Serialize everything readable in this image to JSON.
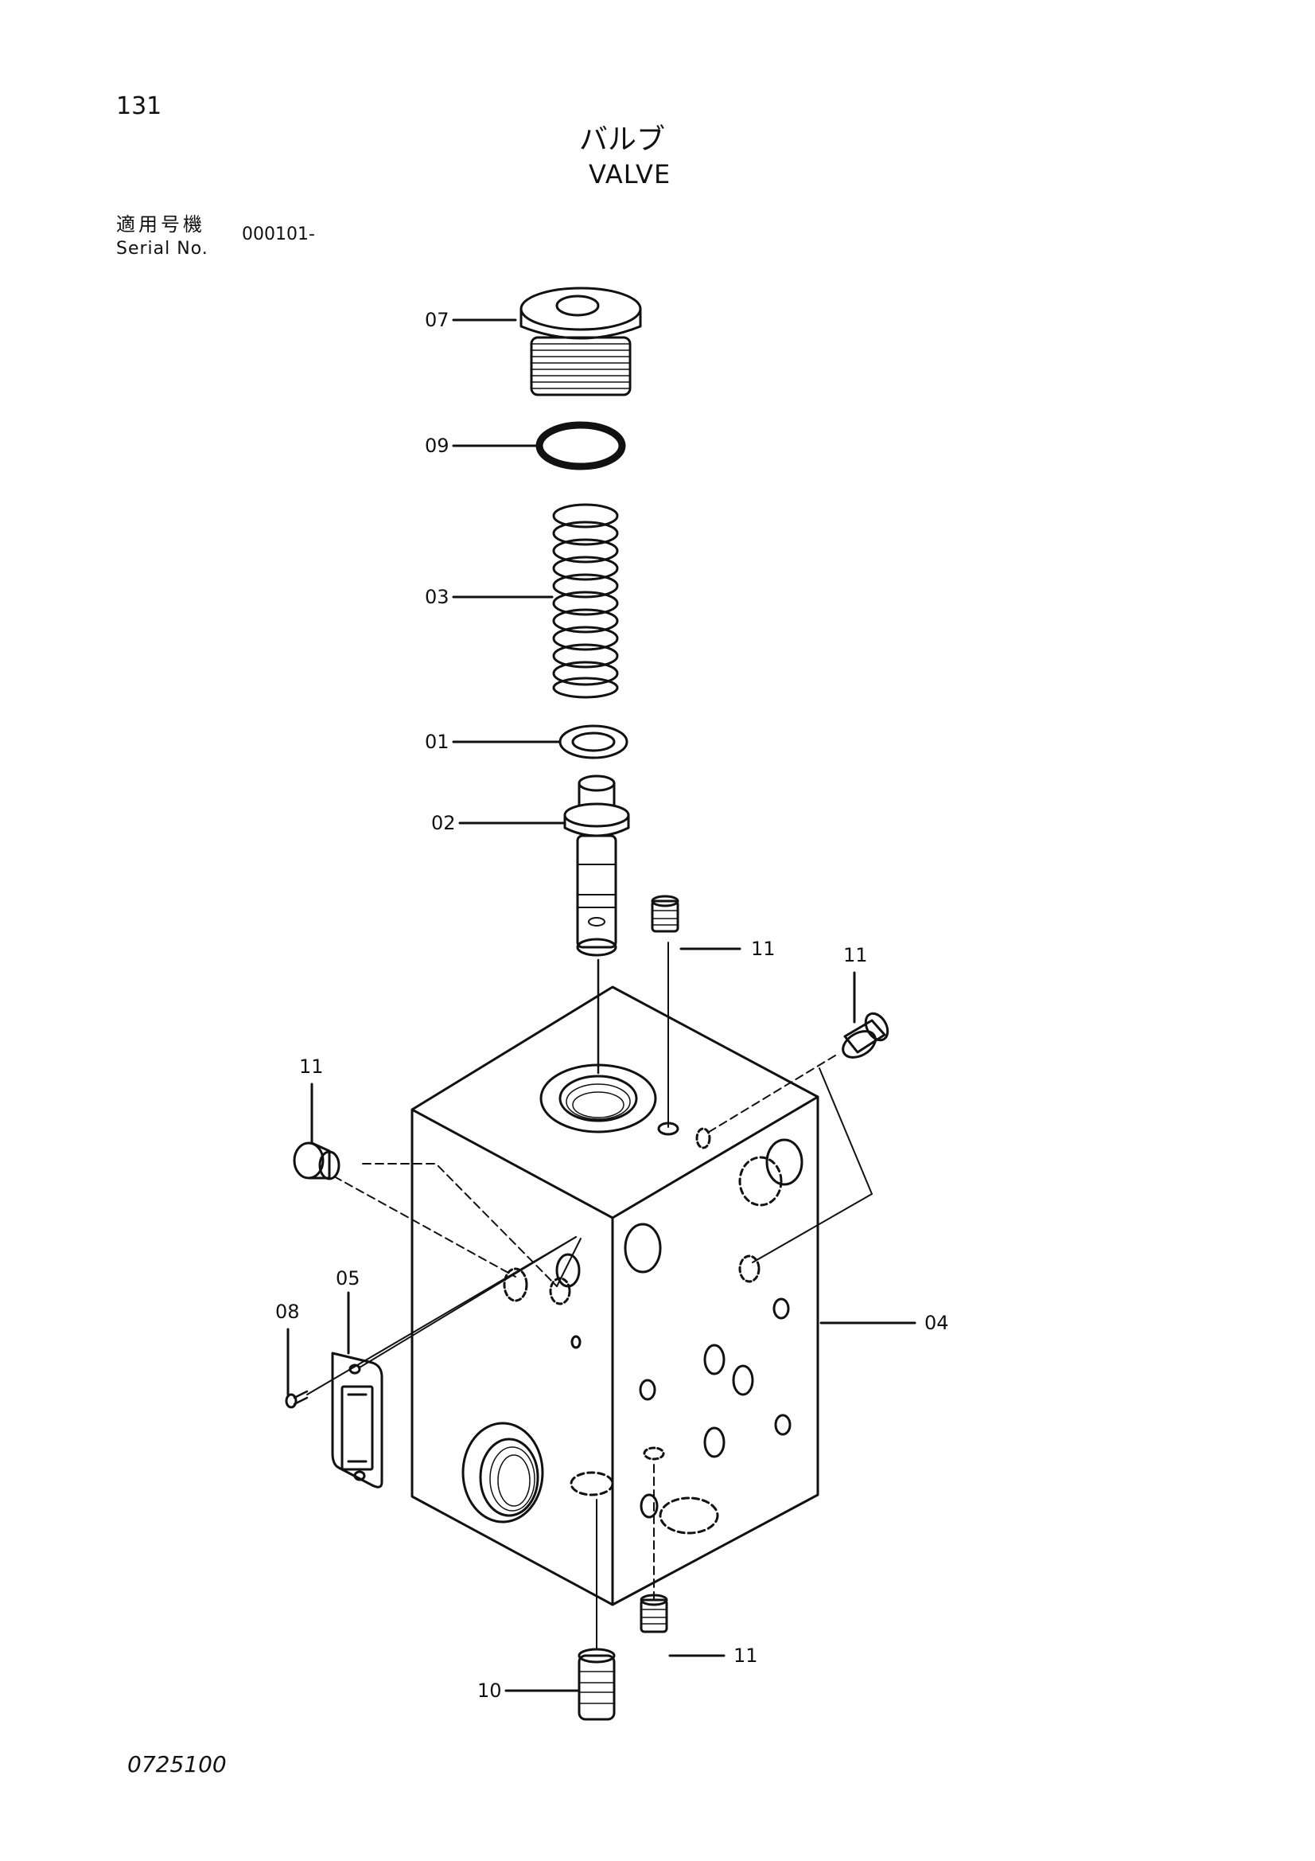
{
  "header": {
    "page_number": "131",
    "title_jp": "バルブ",
    "title_en": "VALVE",
    "serial_label_jp": "適用号機",
    "serial_label_en": "Serial No.",
    "serial_value": "000101-"
  },
  "footer": {
    "doc_code": "0725100"
  },
  "callouts": {
    "c07": "07",
    "c09": "09",
    "c03": "03",
    "c01": "01",
    "c02": "02",
    "c11_plug_top": "11",
    "c11_right": "11",
    "c11_left": "11",
    "c05": "05",
    "c08": "08",
    "c04": "04",
    "c11_bottom": "11",
    "c10": "10"
  },
  "icons": {
    "plug": "plug-icon",
    "o_ring": "o-ring-icon",
    "spring": "spring-icon",
    "washer": "washer-icon",
    "spool": "spool-icon",
    "valve_block": "valve-block-icon",
    "cover_plate": "cover-plate-icon",
    "screw": "screw-icon",
    "plug_small": "plug-small-icon"
  }
}
